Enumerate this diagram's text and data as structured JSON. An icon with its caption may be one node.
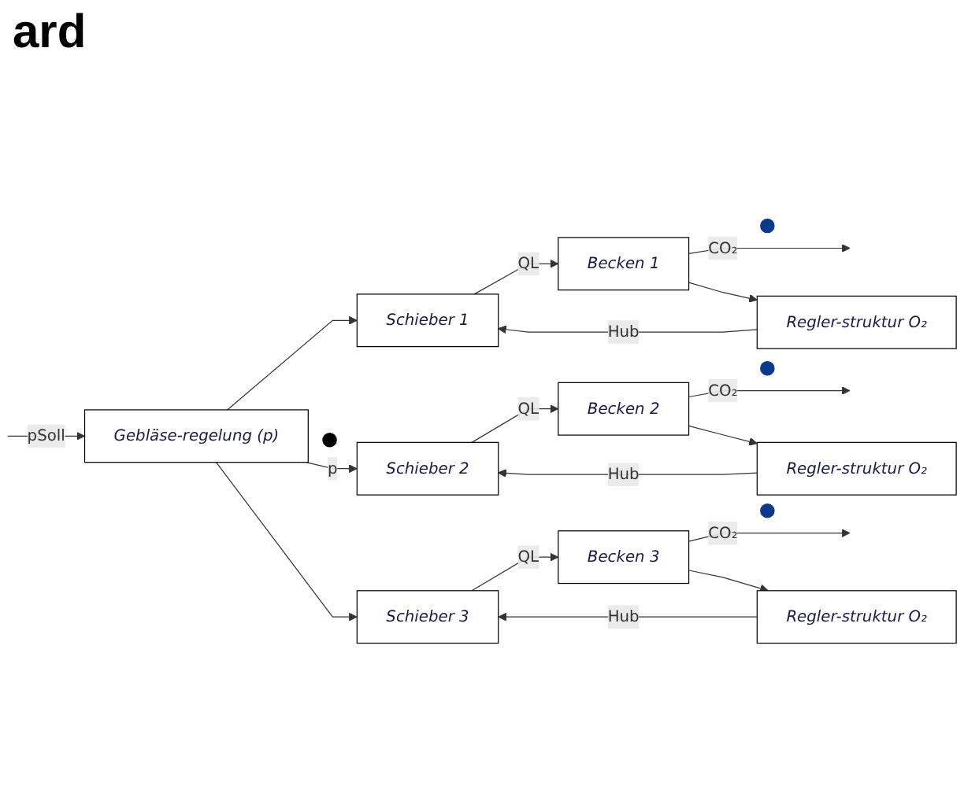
{
  "diagram": {
    "title": "ard",
    "nodes": [
      {
        "text": [
          "Gebläse-regelung (p)"
        ]
      },
      {
        "text": [],
        "shape": "circle"
      },
      {
        "text": [
          "Schieber 1"
        ]
      },
      {
        "text": [
          "Becken 1"
        ]
      },
      {
        "text": [],
        "shape": "circle"
      },
      {
        "text": [
          "Regler-struktur O₂"
        ]
      },
      {
        "text": [
          "Schieber 2"
        ]
      },
      {
        "text": [
          "Becken 2"
        ]
      },
      {
        "text": [],
        "shape": "circle"
      },
      {
        "text": [
          "Regler-struktur O₂"
        ]
      },
      {
        "text": [
          "Schieber 3"
        ]
      },
      {
        "text": [
          "Becken 3"
        ]
      },
      {
        "text": [],
        "shape": "circle"
      },
      {
        "text": [
          "Regler-struktur O₂"
        ]
      }
    ],
    "edges": [
      {
        "from": null,
        "to": 0,
        "arrow": "to",
        "label": "pSoll"
      },
      {
        "from": 0,
        "to": 2,
        "arrow": "to"
      },
      {
        "from": 0,
        "to": 6,
        "arrow": "to",
        "label": "p"
      },
      {
        "from": 0,
        "to": 10,
        "arrow": "to"
      },
      {
        "from": 2,
        "to": 3,
        "arrow": "to",
        "label": "QL"
      },
      {
        "from": 3,
        "to": null,
        "arrow": "to",
        "label": "CO₂"
      },
      {
        "from": 3,
        "to": 5,
        "arrow": "to"
      },
      {
        "from": 5,
        "to": 2,
        "arrow": "to",
        "label": "Hub"
      },
      {
        "from": 6,
        "to": 7,
        "arrow": "to",
        "label": "QL"
      },
      {
        "from": 7,
        "to": null,
        "arrow": "to",
        "label": "CO₂"
      },
      {
        "from": 7,
        "to": 9,
        "arrow": "to"
      },
      {
        "from": 9,
        "to": 6,
        "arrow": "to",
        "label": "Hub"
      },
      {
        "from": 10,
        "to": 11,
        "arrow": "to",
        "label": "QL"
      },
      {
        "from": 11,
        "to": null,
        "arrow": "to",
        "label": "CO₂"
      },
      {
        "from": 11,
        "to": 13,
        "arrow": "to"
      },
      {
        "from": 13,
        "to": 10,
        "arrow": "to",
        "label": "Hub"
      }
    ]
  }
}
